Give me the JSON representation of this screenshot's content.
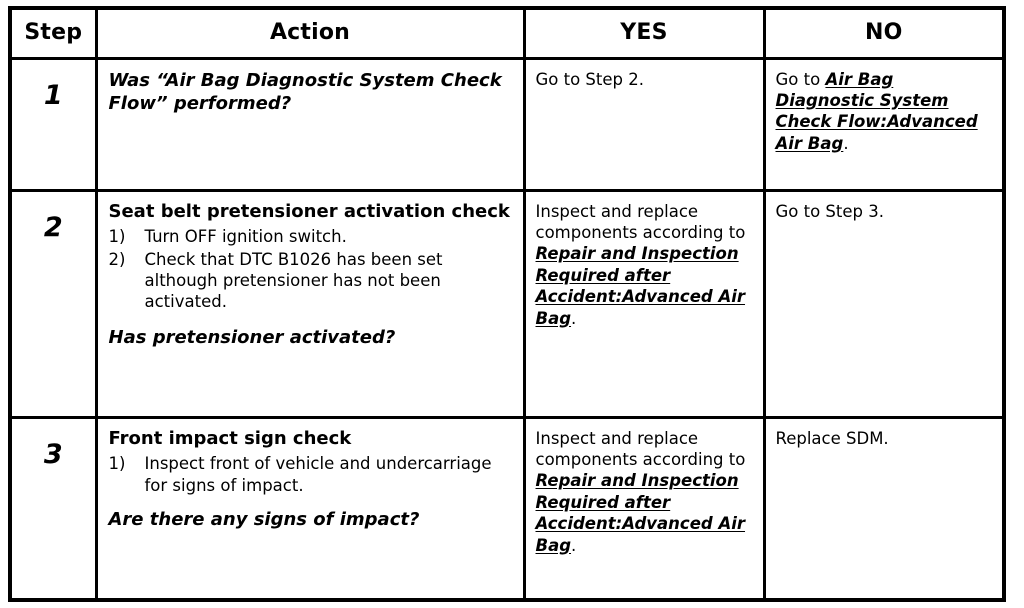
{
  "table": {
    "headers": [
      {
        "key": "step",
        "label": "Step"
      },
      {
        "key": "action",
        "label": "Action"
      },
      {
        "key": "yes",
        "label": "YES"
      },
      {
        "key": "no",
        "label": "NO"
      }
    ],
    "rows": [
      {
        "step": "1",
        "action": {
          "question": "Was “Air Bag Diagnostic System Check Flow” performed?"
        },
        "yes": {
          "text": "Go to Step 2."
        },
        "no": {
          "prefix": "Go to ",
          "link": "Air Bag Diagnostic System Check Flow:Advanced Air Bag",
          "suffix": "."
        }
      },
      {
        "step": "2",
        "action": {
          "heading": "Seat belt pretensioner activation check",
          "list": [
            {
              "marker": "1)",
              "text": "Turn OFF ignition switch."
            },
            {
              "marker": "2)",
              "text": "Check that DTC B1026 has been set although pretensioner has not been activated."
            }
          ],
          "question": "Has pretensioner activated?"
        },
        "yes": {
          "prefix": "Inspect and replace components according to ",
          "link": "Repair and Inspection Required after Accident:Advanced Air Bag",
          "suffix": "."
        },
        "no": {
          "text": "Go to Step 3."
        }
      },
      {
        "step": "3",
        "action": {
          "heading": "Front impact sign check",
          "list": [
            {
              "marker": "1)",
              "text": "Inspect front of vehicle and undercarriage for signs of impact."
            }
          ],
          "question": "Are there any signs of impact?"
        },
        "yes": {
          "prefix": "Inspect and replace components according to ",
          "link": "Repair and Inspection Required after Accident:Advanced Air Bag",
          "suffix": "."
        },
        "no": {
          "text": "Replace SDM."
        }
      }
    ]
  },
  "colors": {
    "border": "#000000",
    "text": "#000000",
    "background": "#ffffff"
  }
}
